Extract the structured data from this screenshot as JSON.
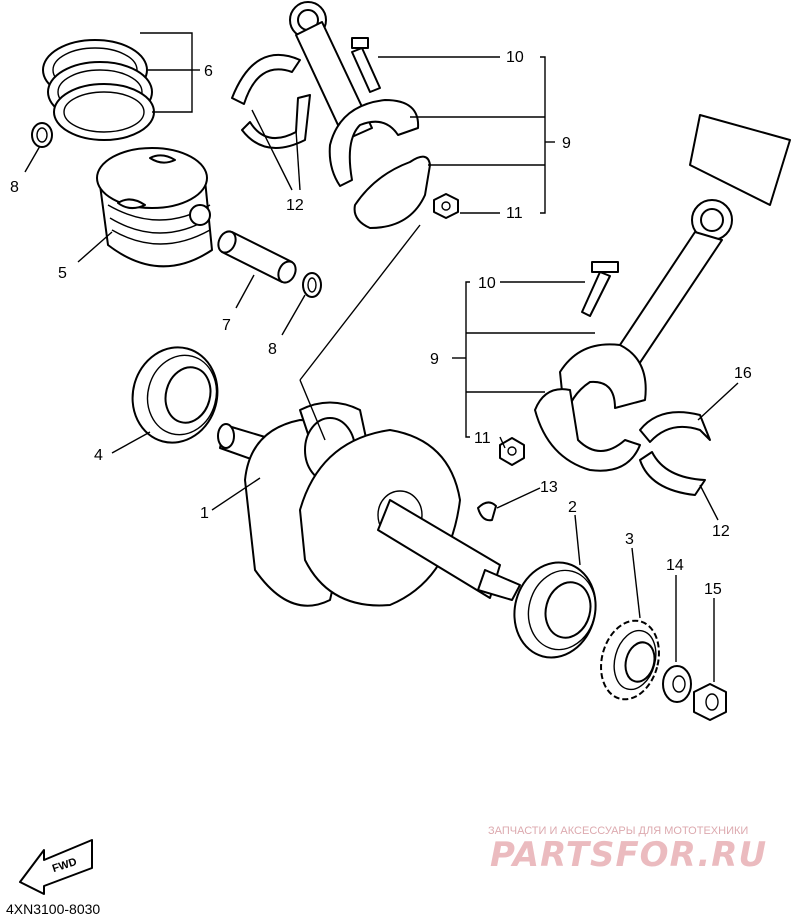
{
  "diagram": {
    "part_code": "4XN3100-8030",
    "fwd_label": "FWD",
    "callouts": {
      "c1": "1",
      "c2": "2",
      "c3": "3",
      "c4": "4",
      "c5": "5",
      "c6": "6",
      "c7": "7",
      "c8a": "8",
      "c8b": "8",
      "c9a": "9",
      "c9b": "9",
      "c10a": "10",
      "c10b": "10",
      "c11a": "11",
      "c11b": "11",
      "c12a": "12",
      "c12b": "12",
      "c13": "13",
      "c14": "14",
      "c15": "15",
      "c16": "16"
    }
  },
  "watermark": {
    "tagline": "ЗАПЧАСТИ И АКСЕССУАРЫ ДЛЯ МОТОТЕХНИКИ",
    "brand": "PARTSFOR.RU",
    "brand_color": "#e9b4b9"
  }
}
